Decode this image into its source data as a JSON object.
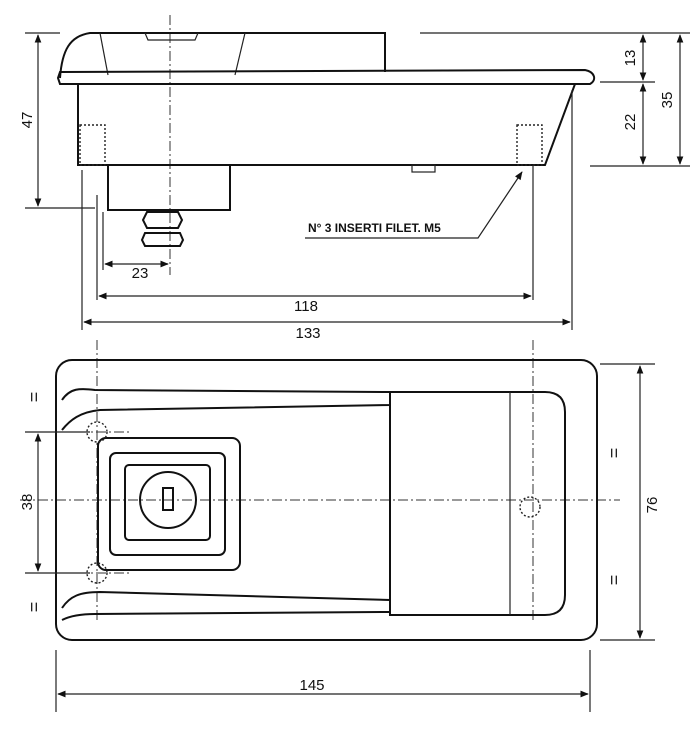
{
  "side_view": {
    "dim_height_total": "47",
    "dim_cap": "13",
    "dim_body": "22",
    "dim_right_total": "35",
    "dim_key_offset": "23",
    "dim_insert_spacing": "118",
    "dim_body_width": "133",
    "note_inserts": "N° 3 INSERTI FILET. M5"
  },
  "front_view": {
    "dim_hole_spacing": "38",
    "dim_height": "76",
    "dim_width": "145",
    "equal_mark": "="
  }
}
